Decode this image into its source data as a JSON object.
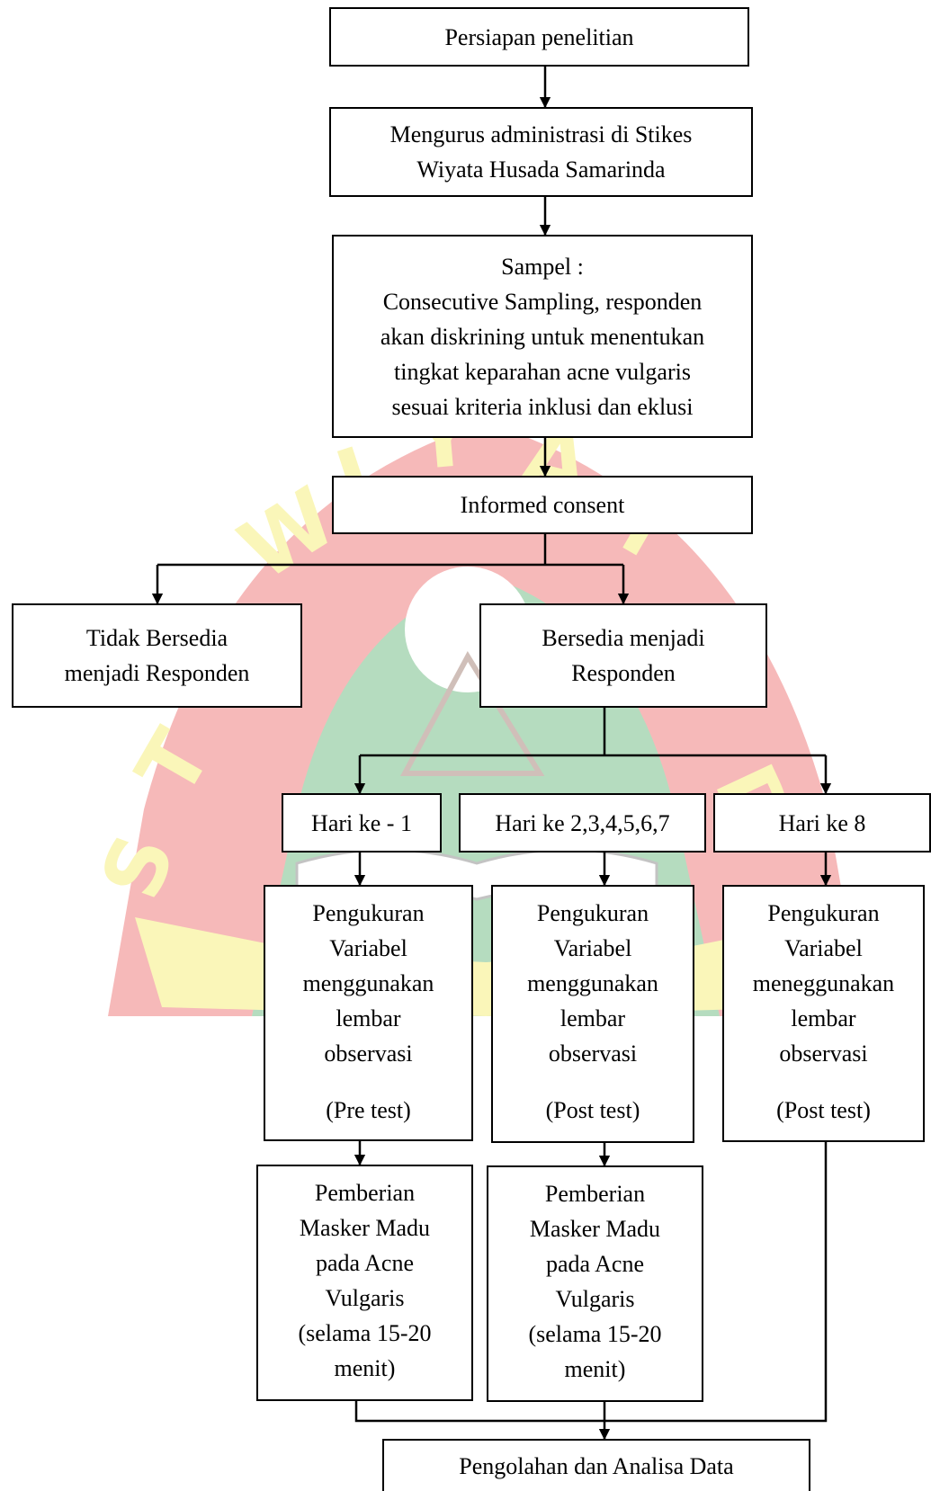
{
  "flowchart": {
    "step1": "Persiapan penelitian",
    "step2": "Mengurus administrasi di Stikes\nWiyata Husada Samarinda",
    "step3": "Sampel :\nConsecutive Sampling, responden\nakan diskrining untuk menentukan\ntingkat keparahan acne vulgaris\nsesuai kriteria inklusi dan eklusi",
    "step4": "Informed consent",
    "decline": "Tidak Bersedia\nmenjadi Responden",
    "accept": "Bersedia menjadi\nResponden",
    "day1": "Hari ke - 1",
    "day2_7": "Hari ke 2,3,4,5,6,7",
    "day8": "Hari ke 8",
    "measure1": {
      "text": "Pengukuran\nVariabel\nmenggunakan\nlembar\nobservasi",
      "test": "(Pre test)"
    },
    "measure2": {
      "text": "Pengukuran\nVariabel\nmenggunakan\nlembar\nobservasi",
      "test": "(Post test)"
    },
    "measure3": {
      "text": "Pengukuran\nVariabel\nmeneggunakan\nlembar\nobservasi",
      "test": "(Post test)"
    },
    "treat1": "Pemberian\nMasker Madu\npada Acne\nVulgaris\n(selama 15-20\nmenit)",
    "treat2": "Pemberian\nMasker Madu\npada Acne\nVulgaris\n(selama 15-20\nmenit)",
    "final": "Pengolahan dan Analisa Data"
  },
  "watermark": {
    "text": "STIKES WIYATA HUSADA",
    "colors": {
      "red": "#e8393a",
      "green": "#2e9e4a",
      "yellow": "#f2e63a"
    }
  }
}
